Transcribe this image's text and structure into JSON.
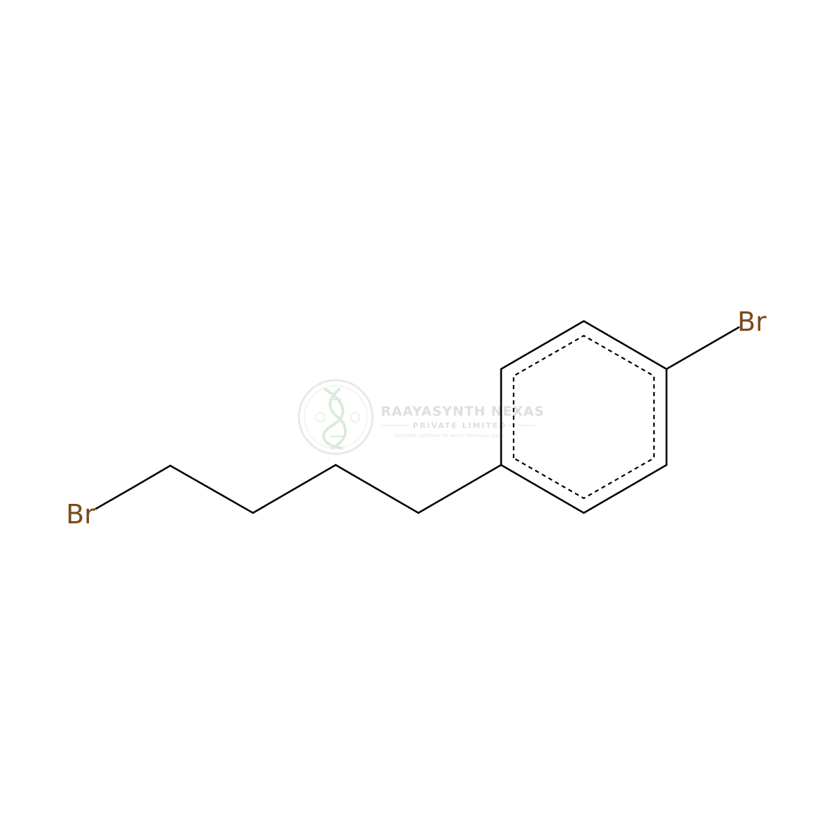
{
  "molecule": {
    "atoms": [
      {
        "id": "br1",
        "label": "Br",
        "color": "#7a4a1a"
      },
      {
        "id": "br2",
        "label": "Br",
        "color": "#7a4a1a"
      }
    ]
  },
  "watermark": {
    "company": "RAAYASYNTH NEXAS",
    "subtitle": "PRIVATE LIMITED",
    "tagline": "Complete solutions for every molecular query",
    "color": "#c8c8c8",
    "logo_color": "#cfe3cf"
  }
}
